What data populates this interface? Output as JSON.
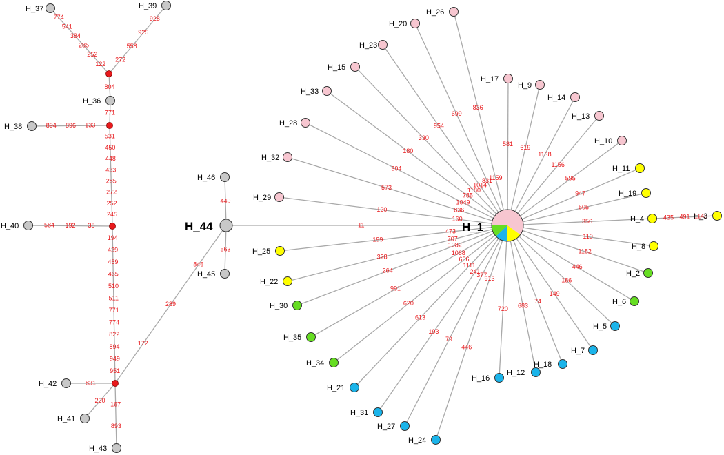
{
  "colors": {
    "edge": "#a9a9a9",
    "mutation_text": "#e8191c",
    "median_vector": "#e8191c",
    "pink": "#f7c6d0",
    "yellow": "#ffff00",
    "green": "#66dd22",
    "blue": "#1ab4ea",
    "grey": "#c8c8c8"
  },
  "haplotypes": [
    {
      "id": "H_1",
      "label": "H_1",
      "color": "pie",
      "big": true
    },
    {
      "id": "H_2",
      "label": "H_2",
      "color": "green"
    },
    {
      "id": "H_3",
      "label": "H_3",
      "color": "yellow"
    },
    {
      "id": "H_4",
      "label": "H_4",
      "color": "yellow"
    },
    {
      "id": "H_5",
      "label": "H_5",
      "color": "blue"
    },
    {
      "id": "H_6",
      "label": "H_6",
      "color": "green"
    },
    {
      "id": "H_7",
      "label": "H_7",
      "color": "blue"
    },
    {
      "id": "H_8",
      "label": "H_8",
      "color": "yellow"
    },
    {
      "id": "H_9",
      "label": "H_9",
      "color": "pink"
    },
    {
      "id": "H_10",
      "label": "H_10",
      "color": "pink"
    },
    {
      "id": "H_11",
      "label": "H_11",
      "color": "yellow"
    },
    {
      "id": "H_12",
      "label": "H_12",
      "color": "blue"
    },
    {
      "id": "H_13",
      "label": "H_13",
      "color": "pink"
    },
    {
      "id": "H_14",
      "label": "H_14",
      "color": "pink"
    },
    {
      "id": "H_15",
      "label": "H_15",
      "color": "pink"
    },
    {
      "id": "H_16",
      "label": "H_16",
      "color": "blue"
    },
    {
      "id": "H_17",
      "label": "H_17",
      "color": "pink"
    },
    {
      "id": "H_18",
      "label": "H_18",
      "color": "blue"
    },
    {
      "id": "H_19",
      "label": "H_19",
      "color": "yellow"
    },
    {
      "id": "H_20",
      "label": "H_20",
      "color": "pink"
    },
    {
      "id": "H_21",
      "label": "H_21",
      "color": "blue"
    },
    {
      "id": "H_22",
      "label": "H_22",
      "color": "yellow"
    },
    {
      "id": "H_23",
      "label": "H_23",
      "color": "pink"
    },
    {
      "id": "H_24",
      "label": "H_24",
      "color": "blue"
    },
    {
      "id": "H_25",
      "label": "H_25",
      "color": "yellow"
    },
    {
      "id": "H_26",
      "label": "H_26",
      "color": "pink"
    },
    {
      "id": "H_27",
      "label": "H_27",
      "color": "blue"
    },
    {
      "id": "H_28",
      "label": "H_28",
      "color": "pink"
    },
    {
      "id": "H_29",
      "label": "H_29",
      "color": "pink"
    },
    {
      "id": "H_30",
      "label": "H_30",
      "color": "green"
    },
    {
      "id": "H_31",
      "label": "H_31",
      "color": "blue"
    },
    {
      "id": "H_32",
      "label": "H_32",
      "color": "pink"
    },
    {
      "id": "H_33",
      "label": "H_33",
      "color": "pink"
    },
    {
      "id": "H_34",
      "label": "H_34",
      "color": "green"
    },
    {
      "id": "H_35",
      "label": "H_35",
      "color": "green"
    },
    {
      "id": "H_36",
      "label": "H_36",
      "color": "grey"
    },
    {
      "id": "H_37",
      "label": "H_37",
      "color": "grey"
    },
    {
      "id": "H_38",
      "label": "H_38",
      "color": "grey"
    },
    {
      "id": "H_39",
      "label": "H_39",
      "color": "grey"
    },
    {
      "id": "H_40",
      "label": "H_40",
      "color": "grey"
    },
    {
      "id": "H_41",
      "label": "H_41",
      "color": "grey"
    },
    {
      "id": "H_42",
      "label": "H_42",
      "color": "grey"
    },
    {
      "id": "H_43",
      "label": "H_43",
      "color": "grey"
    },
    {
      "id": "H_44",
      "label": "H_44",
      "color": "grey",
      "big": true
    },
    {
      "id": "H_45",
      "label": "H_45",
      "color": "grey"
    },
    {
      "id": "H_46",
      "label": "H_46",
      "color": "grey"
    }
  ],
  "median_vectors": [
    "mv1",
    "mv2",
    "mv3",
    "mv4",
    "mv5"
  ],
  "edges": [
    {
      "from": "H_37",
      "to": "mv1",
      "mutations": [
        "774",
        "541",
        "384",
        "285",
        "252",
        "122"
      ]
    },
    {
      "from": "H_39",
      "to": "mv1",
      "mutations": [
        "928",
        "925",
        "558",
        "272"
      ]
    },
    {
      "from": "mv1",
      "to": "H_36",
      "mutations": [
        "804"
      ]
    },
    {
      "from": "H_36",
      "to": "mv2",
      "mutations": [
        "771"
      ]
    },
    {
      "from": "H_38",
      "to": "mv2",
      "mutations": [
        "894",
        "896",
        "133"
      ]
    },
    {
      "from": "mv2",
      "to": "mv3",
      "mutations": [
        "531",
        "450",
        "448",
        "433",
        "285",
        "272",
        "252",
        "245"
      ]
    },
    {
      "from": "H_40",
      "to": "mv3",
      "mutations": [
        "584",
        "192",
        "38"
      ]
    },
    {
      "from": "mv3",
      "to": "mv4",
      "mutations": [
        "194",
        "439",
        "459",
        "465",
        "510",
        "511",
        "771",
        "774",
        "822",
        "894",
        "949",
        "951"
      ]
    },
    {
      "from": "H_42",
      "to": "mv4",
      "mutations": [
        "831"
      ]
    },
    {
      "from": "mv4",
      "to": "H_41",
      "mutations": [
        "220"
      ]
    },
    {
      "from": "mv4",
      "to": "H_43",
      "mutations": [
        "167",
        "893"
      ]
    },
    {
      "from": "mv4",
      "to": "mv5",
      "mutations": [
        "172",
        "289",
        "846"
      ]
    },
    {
      "from": "mv5",
      "to": "H_44",
      "mutations": []
    },
    {
      "from": "H_44",
      "to": "H_45",
      "mutations": [
        "563"
      ]
    },
    {
      "from": "H_44",
      "to": "H_46",
      "mutations": [
        "449"
      ]
    },
    {
      "from": "H_44",
      "to": "H_1",
      "mutations": [
        "11"
      ]
    },
    {
      "from": "H_1",
      "to": "H_26",
      "mutations": [
        "836"
      ]
    },
    {
      "from": "H_1",
      "to": "H_20",
      "mutations": [
        "699"
      ]
    },
    {
      "from": "H_1",
      "to": "H_23",
      "mutations": [
        "954"
      ]
    },
    {
      "from": "H_1",
      "to": "H_15",
      "mutations": [
        "330"
      ]
    },
    {
      "from": "H_1",
      "to": "H_33",
      "mutations": [
        "180"
      ]
    },
    {
      "from": "H_1",
      "to": "H_28",
      "mutations": [
        "304"
      ]
    },
    {
      "from": "H_1",
      "to": "H_32",
      "mutations": [
        "573"
      ]
    },
    {
      "from": "H_1",
      "to": "H_29",
      "mutations": [
        "120"
      ]
    },
    {
      "from": "H_1",
      "to": "H_17",
      "mutations": [
        "581"
      ]
    },
    {
      "from": "H_1",
      "to": "H_9",
      "mutations": [
        "619"
      ]
    },
    {
      "from": "H_1",
      "to": "H_14",
      "mutations": [
        "1138"
      ]
    },
    {
      "from": "H_1",
      "to": "H_13",
      "mutations": [
        "1156"
      ]
    },
    {
      "from": "H_1",
      "to": "H_10",
      "mutations": [
        "595"
      ]
    },
    {
      "from": "H_1",
      "to": "H_11",
      "mutations": [
        "947"
      ]
    },
    {
      "from": "H_1",
      "to": "H_19",
      "mutations": [
        "505"
      ]
    },
    {
      "from": "H_1",
      "to": "H_4",
      "mutations": [
        "356"
      ]
    },
    {
      "from": "H_4",
      "to": "H_3",
      "mutations": [
        "435",
        "491",
        "1145"
      ]
    },
    {
      "from": "H_1",
      "to": "H_8",
      "mutations": [
        "110"
      ]
    },
    {
      "from": "H_1",
      "to": "H_2",
      "mutations": [
        "1182"
      ]
    },
    {
      "from": "H_1",
      "to": "H_6",
      "mutations": [
        "446"
      ]
    },
    {
      "from": "H_1",
      "to": "H_5",
      "mutations": [
        "186"
      ]
    },
    {
      "from": "H_1",
      "to": "H_7",
      "mutations": [
        "149"
      ]
    },
    {
      "from": "H_1",
      "to": "H_18",
      "mutations": [
        "74"
      ]
    },
    {
      "from": "H_1",
      "to": "H_12",
      "mutations": [
        "683"
      ]
    },
    {
      "from": "H_1",
      "to": "H_16",
      "mutations": [
        "720"
      ]
    },
    {
      "from": "H_1",
      "to": "H_24",
      "mutations": [
        "913",
        "446"
      ]
    },
    {
      "from": "H_1",
      "to": "H_27",
      "mutations": [
        "377",
        "79"
      ]
    },
    {
      "from": "H_1",
      "to": "H_31",
      "mutations": [
        "241",
        "193"
      ]
    },
    {
      "from": "H_1",
      "to": "H_21",
      "mutations": [
        "1111",
        "613"
      ]
    },
    {
      "from": "H_1",
      "to": "H_34",
      "mutations": [
        "656",
        "620"
      ]
    },
    {
      "from": "H_1",
      "to": "H_35",
      "mutations": [
        "1068",
        "991"
      ]
    },
    {
      "from": "H_1",
      "to": "H_30",
      "mutations": [
        "1082",
        "264"
      ]
    },
    {
      "from": "H_1",
      "to": "H_22",
      "mutations": [
        "707",
        "328"
      ]
    },
    {
      "from": "H_1",
      "to": "H_25",
      "mutations": [
        "473",
        "199"
      ]
    },
    {
      "from": "H_1",
      "to": "H_29",
      "mutations": [
        "160"
      ]
    },
    {
      "from": "H_1",
      "to": "H_32",
      "mutations": [
        "836"
      ]
    },
    {
      "from": "H_1",
      "to": "H_28",
      "mutations": [
        "1049"
      ]
    },
    {
      "from": "H_1",
      "to": "H_33",
      "mutations": [
        "785"
      ]
    },
    {
      "from": "H_1",
      "to": "H_15",
      "mutations": [
        "1180"
      ]
    },
    {
      "from": "H_1",
      "to": "H_23",
      "mutations": [
        "1014"
      ]
    },
    {
      "from": "H_1",
      "to": "H_20",
      "mutations": [
        "831"
      ]
    },
    {
      "from": "H_1",
      "to": "H_26",
      "mutations": [
        "1159"
      ]
    }
  ],
  "pie_slices": [
    {
      "color": "pink",
      "fraction": 0.6
    },
    {
      "color": "yellow",
      "fraction": 0.15
    },
    {
      "color": "blue",
      "fraction": 0.13
    },
    {
      "color": "green",
      "fraction": 0.12
    }
  ]
}
